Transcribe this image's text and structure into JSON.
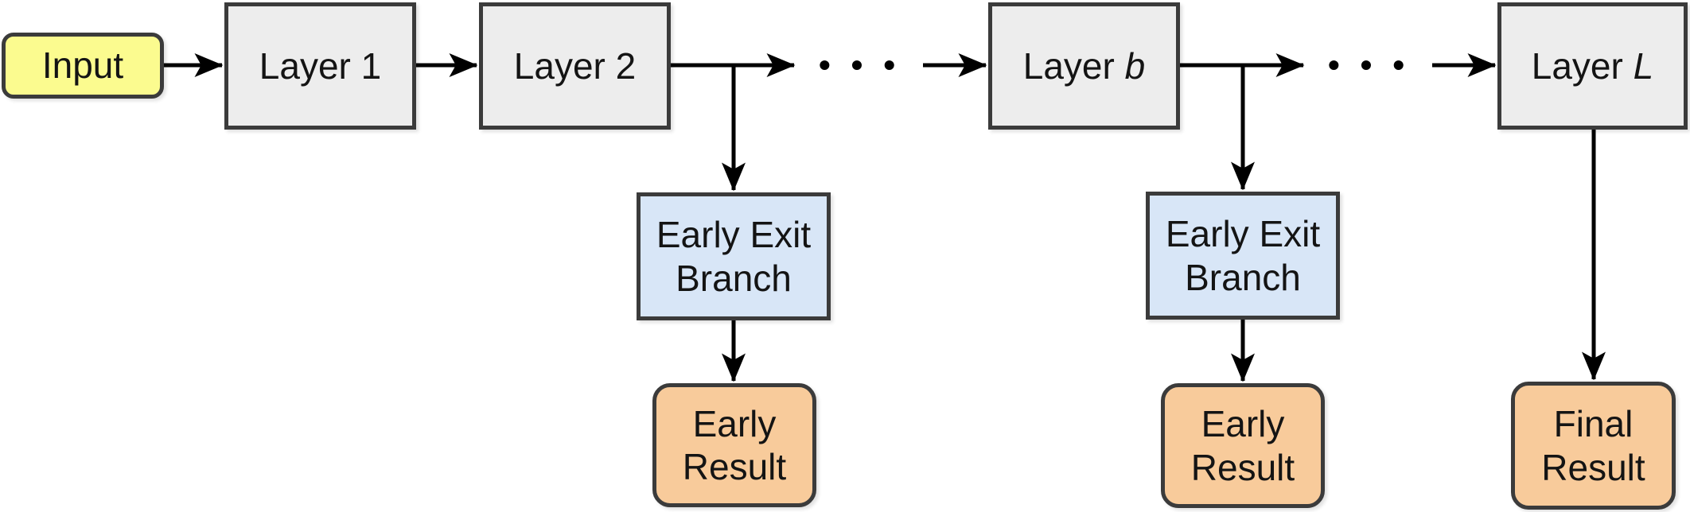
{
  "diagram": {
    "ellipsis": "•••",
    "nodes": {
      "input": {
        "label": "Input"
      },
      "layer1": {
        "label": "Layer 1"
      },
      "layer2": {
        "label": "Layer 2"
      },
      "layer_b": {
        "prefix": "Layer ",
        "var": "b"
      },
      "layer_L": {
        "prefix": "Layer ",
        "var": "L"
      },
      "early_exit_branch_1": {
        "line1": "Early Exit",
        "line2": "Branch"
      },
      "early_exit_branch_2": {
        "line1": "Early Exit",
        "line2": "Branch"
      },
      "early_result_1": {
        "line1": "Early",
        "line2": "Result"
      },
      "early_result_2": {
        "line1": "Early",
        "line2": "Result"
      },
      "final_result": {
        "line1": "Final",
        "line2": "Result"
      }
    },
    "colors": {
      "input_fill": "#fbfb8f",
      "layer_fill": "#ededed",
      "branch_fill": "#d8e6f7",
      "result_fill": "#f8cb9b",
      "border": "#3b3b3b",
      "arrow": "#000000"
    }
  }
}
